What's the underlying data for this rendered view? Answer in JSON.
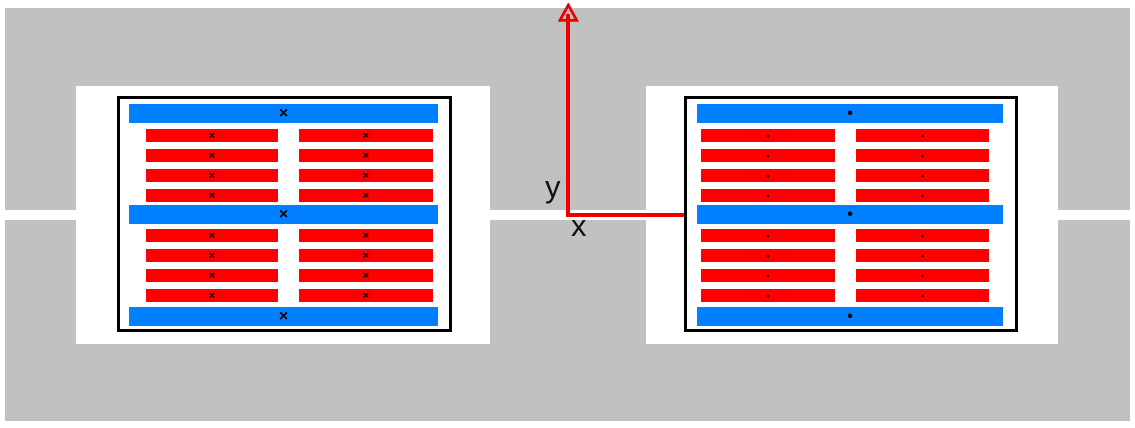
{
  "figure": {
    "type": "magnet-cross-section-diagram"
  },
  "axes": {
    "y_label": "y",
    "x_label": "x"
  },
  "colors": {
    "yoke_gray": "#c1c1c1",
    "bus_bar_blue": "#0080ff",
    "conductor_red": "#ff0000",
    "axis_red": "#ee0000",
    "marker_black": "#000000",
    "outline_black": "#000000",
    "background_white": "#ffffff"
  },
  "assemblies": [
    {
      "side": "left",
      "marker_symbol": "×",
      "marker_name": "current-into-page-marker",
      "blue_bar_count": 3,
      "red_bar_groups": 2,
      "red_rows_per_group": 4,
      "red_columns": 2,
      "marker_size_blue": 16,
      "marker_size_red": 11
    },
    {
      "side": "right",
      "marker_symbol": "•",
      "marker_name": "current-out-of-page-marker",
      "blue_bar_count": 3,
      "red_bar_groups": 2,
      "red_rows_per_group": 4,
      "red_columns": 2,
      "marker_size_blue": 16,
      "marker_size_red": 9
    }
  ]
}
